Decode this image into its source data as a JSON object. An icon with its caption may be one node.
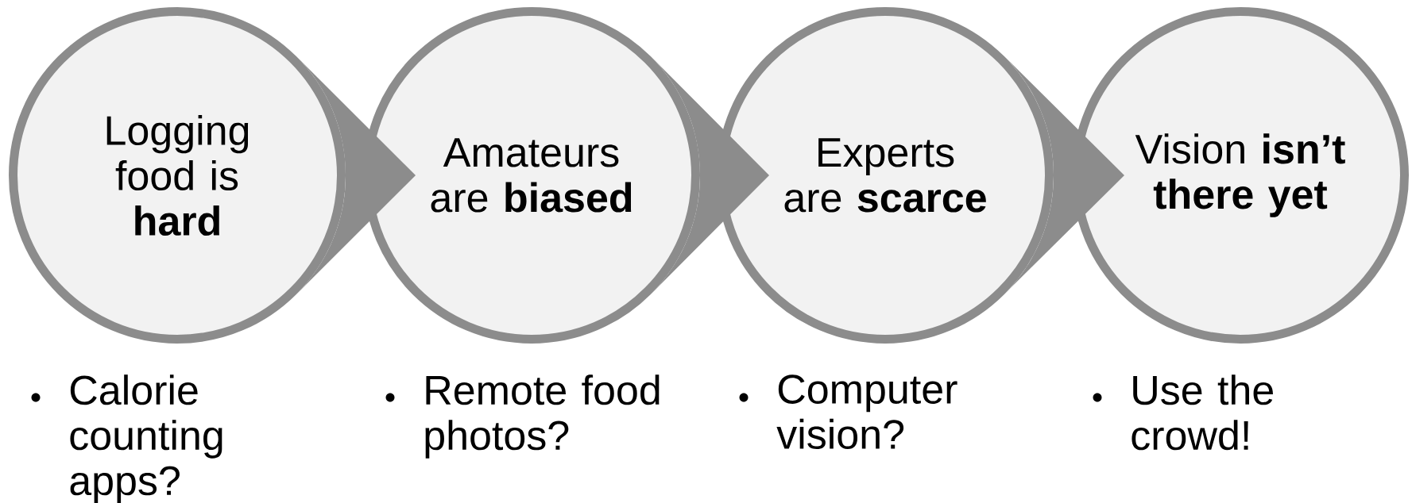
{
  "diagram": {
    "nodes": [
      {
        "text": [
          "Logging food is **hard**"
        ],
        "beside": [
          "Calorie counting apps?"
        ]
      },
      {
        "text": [
          "Amateurs are **biased**"
        ],
        "beside": [
          "Remote food photos?"
        ]
      },
      {
        "text": [
          "Experts are **scarce**"
        ],
        "beside": [
          "Computer vision?"
        ]
      },
      {
        "text": [
          "Vision **isn’t there yet**"
        ],
        "beside": [
          "Use the crowd!"
        ]
      }
    ],
    "edges": [
      {
        "from": 0,
        "to": 1,
        "arrow": "to"
      },
      {
        "from": 1,
        "to": 2,
        "arrow": "to"
      },
      {
        "from": 2,
        "to": 3,
        "arrow": "to"
      }
    ]
  }
}
